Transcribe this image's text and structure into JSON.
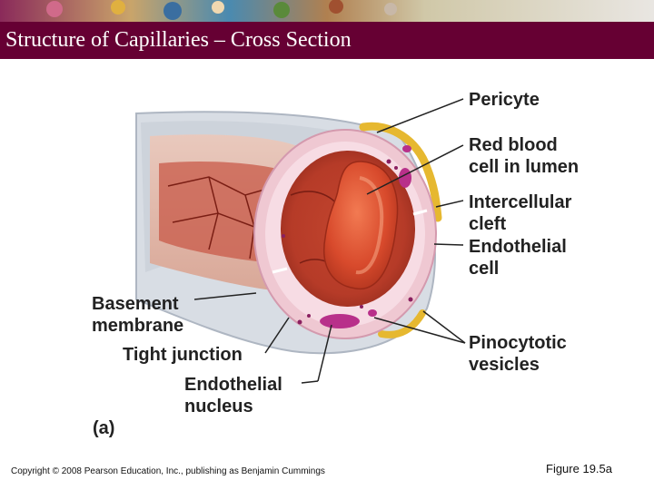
{
  "slide": {
    "title": "Structure of Capillaries – Cross Section",
    "copyright": "Copyright © 2008 Pearson Education, Inc., publishing as Benjamin Cummings",
    "figure": "Figure 19.5a"
  },
  "diagram": {
    "panel_label": "(a)",
    "labels": {
      "pericyte": "Pericyte",
      "rbc_1": "Red blood",
      "rbc_2": "cell in lumen",
      "cleft_1": "Intercellular",
      "cleft_2": "cleft",
      "endo_1": "Endothelial",
      "endo_2": "cell",
      "basement_1": "Basement",
      "basement_2": "membrane",
      "tight": "Tight junction",
      "nucleus_1": "Endothelial",
      "nucleus_2": "nucleus",
      "pino_1": "Pinocytotic",
      "pino_2": "vesicles"
    }
  }
}
